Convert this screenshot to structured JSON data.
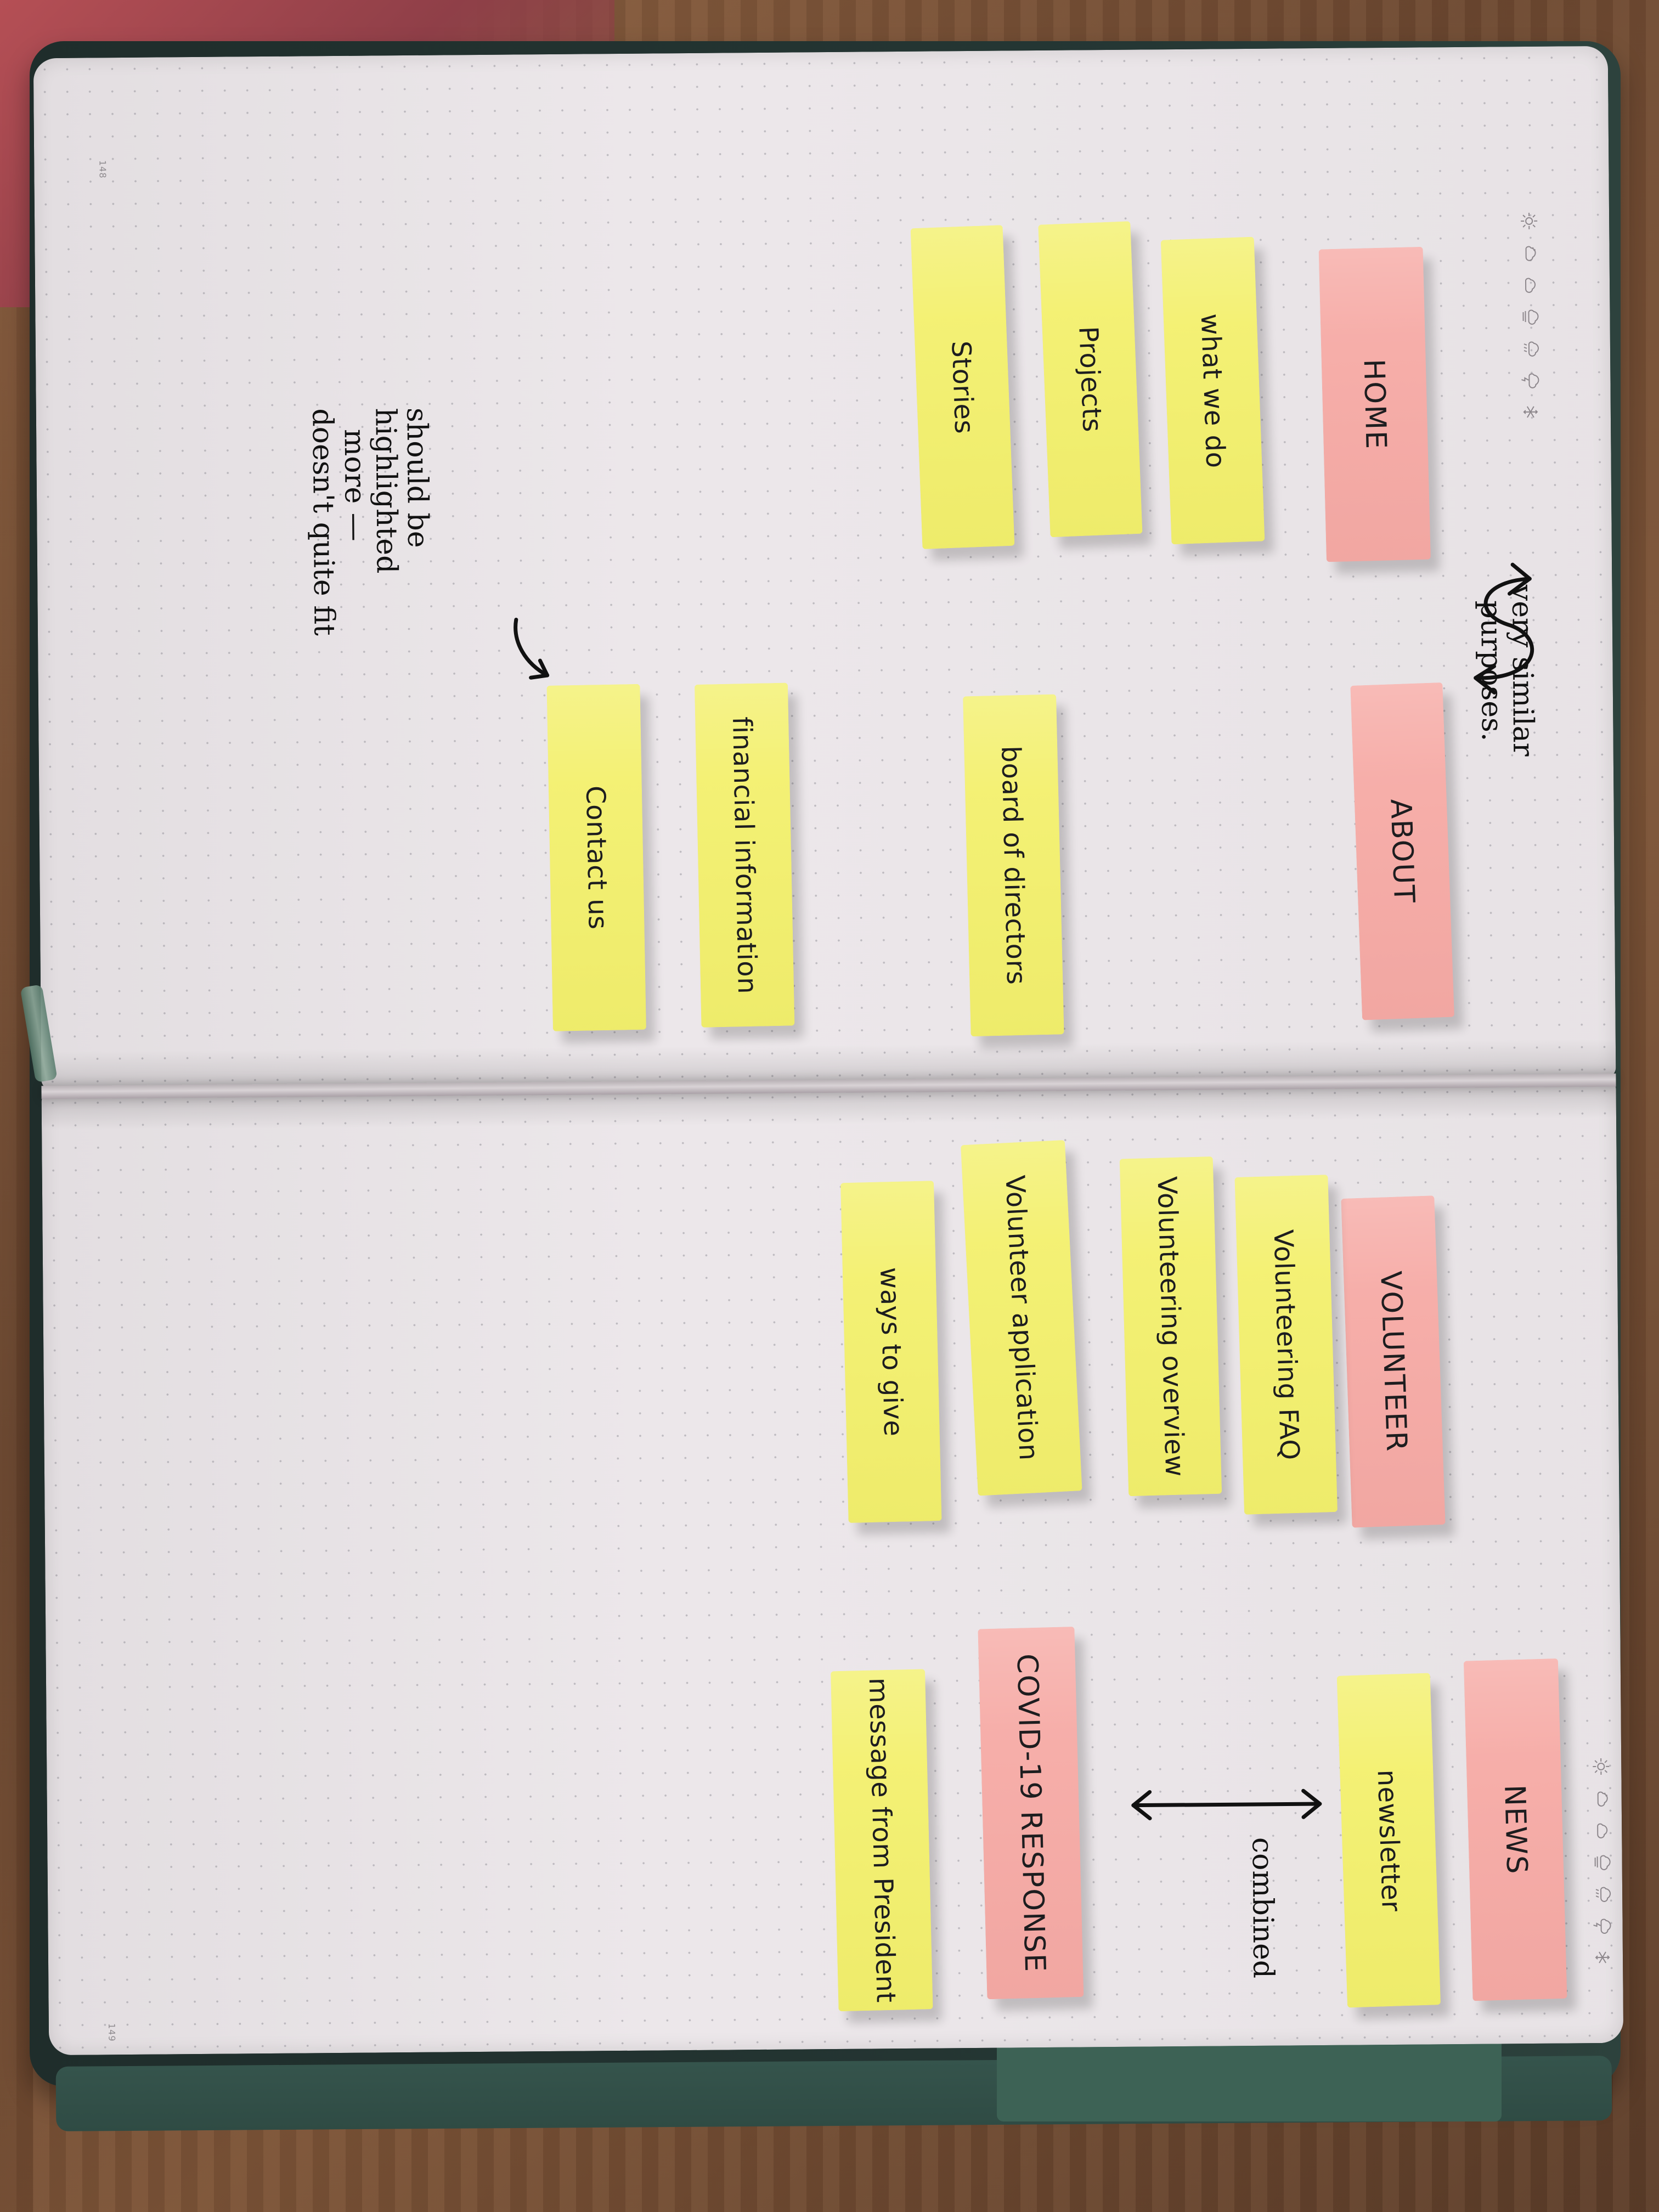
{
  "pages": {
    "top_number": "148",
    "bottom_number": "149"
  },
  "weather_icons": [
    "sun-icon",
    "partly-cloudy-icon",
    "cloud-icon",
    "fog-icon",
    "rain-icon",
    "storm-icon",
    "snow-icon"
  ],
  "notes": {
    "groups": [
      {
        "header": "HOME",
        "items": [
          "what we do",
          "Projects",
          "Stories"
        ]
      },
      {
        "header": "ABOUT",
        "items": [
          "board of directors",
          "financial information",
          "Contact us"
        ]
      },
      {
        "header": "VOLUNTEER",
        "items": [
          "Volunteering FAQ",
          "Volunteering overview",
          "Volunteer application",
          "ways to give"
        ]
      },
      {
        "header": "NEWS",
        "items": [
          "newsletter"
        ]
      },
      {
        "header": "COVID-19 RESPONSE",
        "items": [
          "message from President"
        ]
      }
    ]
  },
  "annotations": {
    "similar": {
      "lines": [
        "very similar",
        "purposes."
      ]
    },
    "combined": "combined",
    "highlight": {
      "lines": [
        "should be",
        "highlighted",
        "more —",
        "doesn't quite fit"
      ]
    }
  },
  "colors": {
    "pink_sticky": "#f6aaa5",
    "yellow_sticky": "#f3f06d",
    "paper": "#ece7ea",
    "cover": "#253734"
  }
}
